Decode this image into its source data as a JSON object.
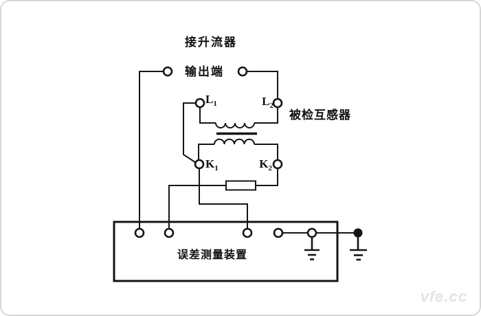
{
  "labels": {
    "booster": "接升流器",
    "output": "输出端",
    "transformer_under_test": "被检互感器",
    "error_device": "误差测量装置"
  },
  "terminal_labels": {
    "l1": {
      "base": "L",
      "sub": "1"
    },
    "l2": {
      "base": "L",
      "sub": "2"
    },
    "k1": {
      "base": "K",
      "sub": "1"
    },
    "k2": {
      "base": "K",
      "sub": "2"
    }
  },
  "watermark": "vfe.cc",
  "colors": {
    "line": "#141414",
    "background": "#ffffff",
    "frame": "#d6d6d6",
    "watermark": "#e7e4e4"
  }
}
